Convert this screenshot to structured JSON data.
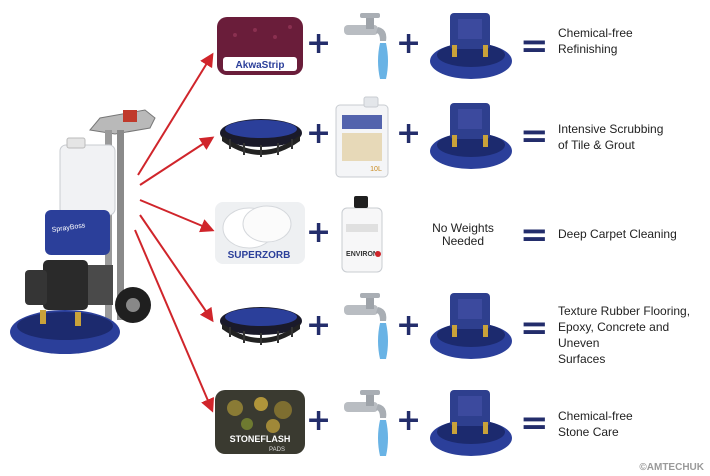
{
  "rows": [
    {
      "pad": "akwastrip-pad",
      "pad_label": "AkwaStrip",
      "item2": "water-tap-icon",
      "item3": "machine-base",
      "result": "Chemical-free\nRefinishing"
    },
    {
      "pad": "scrub-brush",
      "item2": "chemical-container",
      "item3": "machine-base",
      "result": "Intensive Scrubbing\nof Tile & Grout",
      "container_label": "10L"
    },
    {
      "pad": "superzorb-pads",
      "pad_label": "SUPERZORB",
      "item2": "chemical-bottle",
      "bottle_label": "ENVIRON",
      "no_weights": "No Weights\nNeeded",
      "result": "Deep Carpet Cleaning"
    },
    {
      "pad": "scrub-brush",
      "item2": "water-tap-icon",
      "item3": "machine-base",
      "result": "Texture Rubber Flooring,\nEpoxy, Concrete and Uneven\nSurfaces"
    },
    {
      "pad": "stoneflash-pad",
      "pad_label": "STONEFLASH",
      "pad_sublabel": "PADS",
      "item2": "water-tap-icon",
      "item3": "machine-base",
      "result": "Chemical-free\nStone Care"
    }
  ],
  "symbols": {
    "plus": "+",
    "equals": "="
  },
  "machine_label": "SprayBoss",
  "watermark": "©AMTECHUK",
  "colors": {
    "arrow": "#d0252b",
    "navy": "#232d6b",
    "machine_blue": "#2b3f9a"
  }
}
